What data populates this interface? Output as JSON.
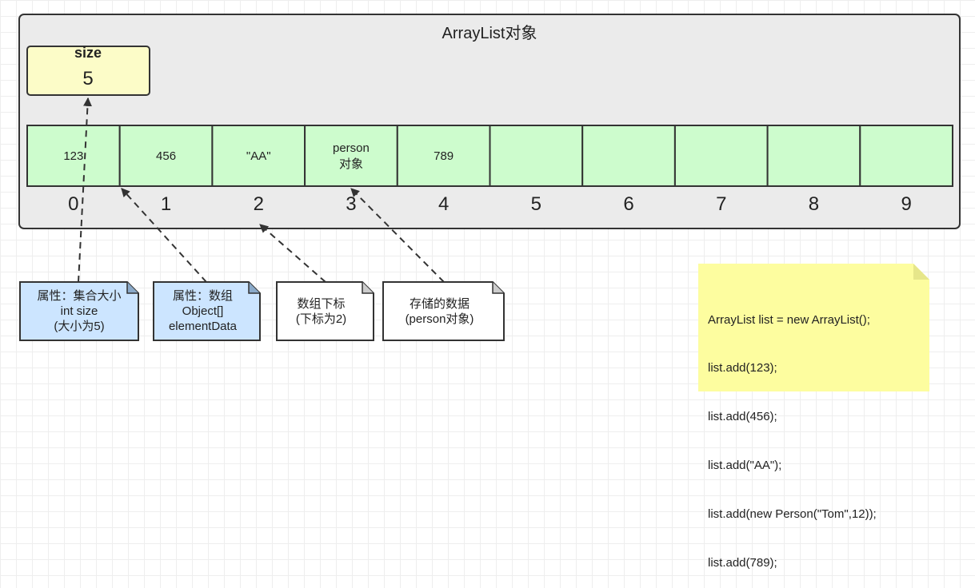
{
  "title": "ArrayList对象",
  "size_box": {
    "label": "size",
    "value": "5"
  },
  "cells": [
    "123",
    "456",
    "\"AA\"",
    "person\n对象",
    "789",
    "",
    "",
    "",
    "",
    ""
  ],
  "indices": [
    "0",
    "1",
    "2",
    "3",
    "4",
    "5",
    "6",
    "7",
    "8",
    "9"
  ],
  "notes": [
    {
      "id": "size-note",
      "lines": [
        "属性：集合大小",
        "int size",
        "(大小为5)"
      ],
      "points_to": "size-box"
    },
    {
      "id": "element-data-note",
      "lines": [
        "属性：数组",
        "Object[]",
        "elementData"
      ],
      "points_to": "cell-1"
    },
    {
      "id": "index-note",
      "lines": [
        "数组下标",
        "(下标为2)"
      ],
      "points_to": "index-2"
    },
    {
      "id": "stored-data-note",
      "lines": [
        "存储的数据",
        "(person对象)"
      ],
      "points_to": "cell-3"
    }
  ],
  "code_lines": [
    "ArrayList list = new ArrayList();",
    "list.add(123);",
    "list.add(456);",
    "list.add(\"AA\");",
    "list.add(new Person(\"Tom\",12));",
    "list.add(789);"
  ],
  "colors": {
    "container_fill": "#ebebeb",
    "cell_fill": "#cdfccd",
    "size_fill": "#fcfcc8",
    "note_blue": "#cce5ff",
    "note_white": "#ffffff",
    "code_note": "#fdfd9f",
    "stroke": "#333333"
  }
}
